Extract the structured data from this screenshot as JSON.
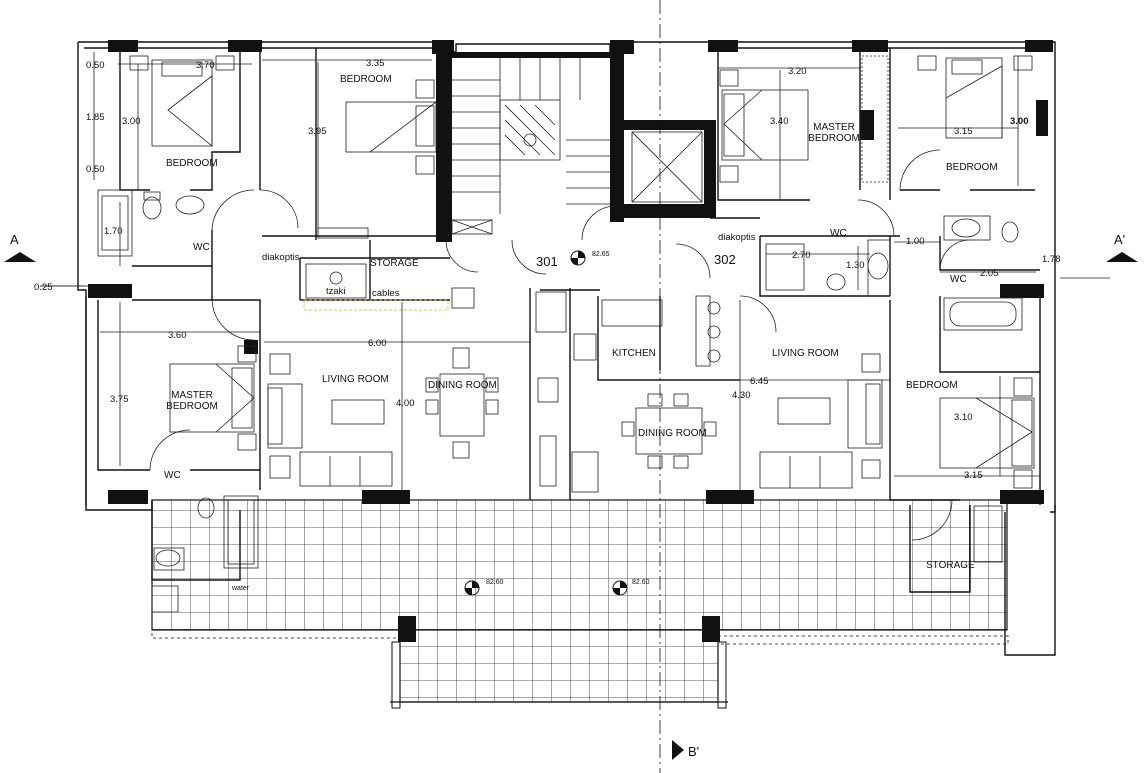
{
  "rooms": {
    "bedroom_top_left": "BEDROOM",
    "bedroom_top_middle": "BEDROOM",
    "master_bedroom_left": "MASTER\nBEDROOM",
    "wc_left_upper": "WC",
    "wc_left_lower": "WC",
    "storage_top": "STORAGE",
    "living_left": "LIVING ROOM",
    "dining_left": "DINING ROOM",
    "kitchen": "KITCHEN",
    "dining_right": "DINING ROOM",
    "living_right": "LIVING ROOM",
    "master_bedroom_right": "MASTER\nBEDROOM",
    "bedroom_top_right": "BEDROOM",
    "wc_right_a": "WC",
    "wc_right_b": "WC",
    "bedroom_right": "BEDROOM",
    "storage_right": "STORAGE"
  },
  "labels": {
    "diakoptis_left": "diakoptis",
    "diakoptis_right": "diakoptis",
    "tzaki": "tzaki",
    "cables": "cables",
    "apt_301": "301",
    "apt_302": "302",
    "level_top": "82.65",
    "level_bottom_left": "82.60",
    "level_bottom_right": "82.60",
    "section_a": "A",
    "section_a_prime": "A'",
    "section_b_prime": "B'",
    "water": "water"
  },
  "dimensions": {
    "d_050_top": "0.50",
    "d_185": "1.85",
    "d_050_mid": "0.50",
    "d_370": "3.70",
    "d_300_left": "3.00",
    "d_335": "3.35",
    "d_395": "3.95",
    "d_170": "1.70",
    "d_025": "0.25",
    "d_360": "3.60",
    "d_375": "3.75",
    "d_600": "6.00",
    "d_400": "4.00",
    "d_320": "3.20",
    "d_340": "3.40",
    "d_315_top": "3.15",
    "d_300_right": "3.00",
    "d_100": "1.00",
    "d_270": "2.70",
    "d_130": "1.30",
    "d_205": "2.05",
    "d_178": "1.78",
    "d_645": "6.45",
    "d_430": "4.30",
    "d_310": "3.10",
    "d_315_bottom": "3.15"
  }
}
